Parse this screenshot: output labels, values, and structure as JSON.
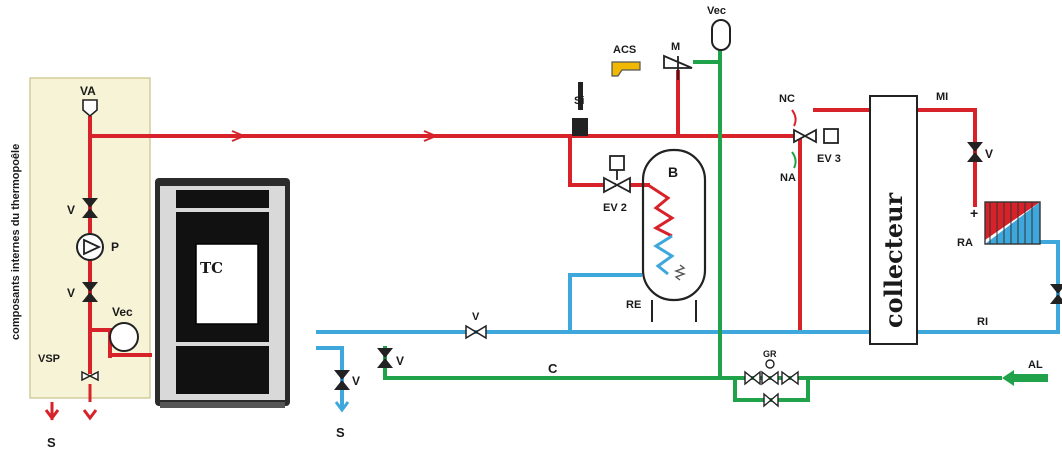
{
  "labels": {
    "side_panel": "composants internes du thermopoêle",
    "va": "VA",
    "v_top": "V",
    "p": "P",
    "v_mid": "V",
    "vec_left": "Vec",
    "vsp": "VSP",
    "s_left": "S",
    "tc": "TC",
    "acs": "ACS",
    "m": "M",
    "vec_top": "Vec",
    "si": "Si",
    "b": "B",
    "ev2": "EV 2",
    "re": "RE",
    "nc": "NC",
    "na": "NA",
    "ev3": "EV 3",
    "collecteur": "collecteur",
    "mi": "MI",
    "v_right": "V",
    "plus": "+",
    "ra": "RA",
    "ri": "RI",
    "v_blue": "V",
    "v_drain": "V",
    "v_green": "V",
    "s_drain": "S",
    "c": "C",
    "gr": "GR",
    "al": "AL"
  },
  "colors": {
    "hot_pipe": "#d8222a",
    "cold_pipe": "#3ea7dc",
    "supply_pipe": "#1fa24a",
    "panel_fill": "#f7f3d6",
    "panel_border": "#c9c28a"
  }
}
